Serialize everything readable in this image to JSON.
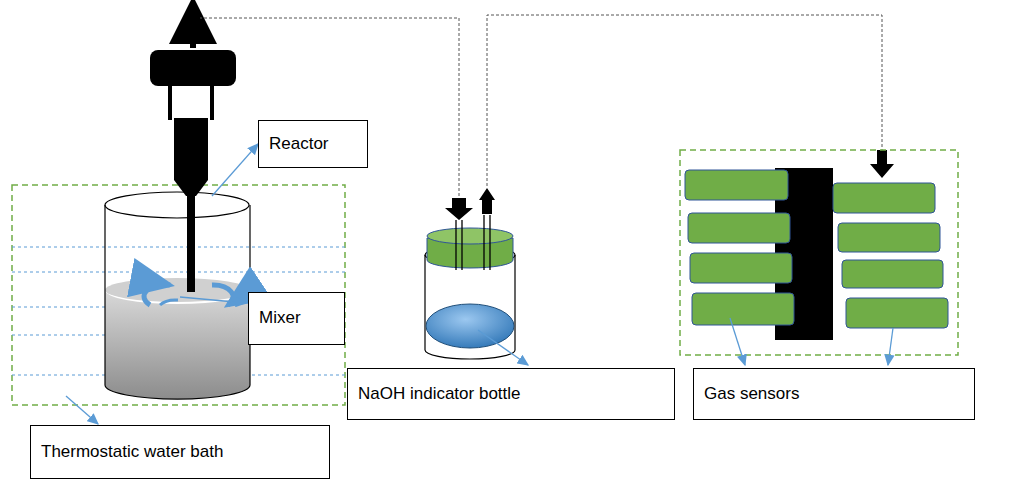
{
  "diagram": {
    "nodes": [
      {
        "text": [
          "Reactor"
        ]
      },
      {
        "text": [
          "Mixer"
        ]
      },
      {
        "text": [
          "NaOH indicator bottle"
        ]
      },
      {
        "text": [
          "Gas sensors"
        ]
      },
      {
        "text": [
          "Thermostatic water bath"
        ]
      }
    ]
  }
}
